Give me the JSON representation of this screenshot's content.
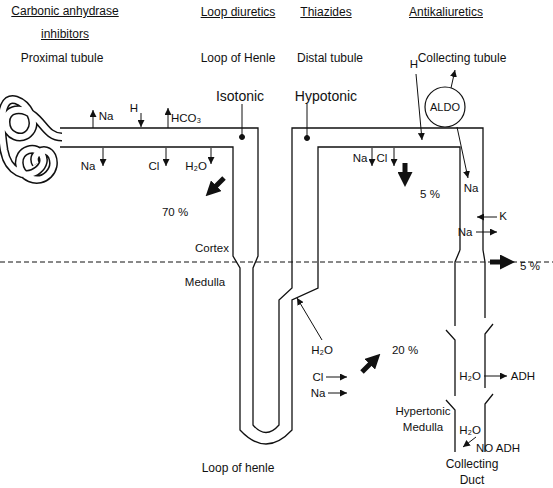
{
  "diagram": {
    "nodes": [
      {
        "text": [
          "ALDO"
        ]
      }
    ],
    "labels": [
      "Carbonic anhydrase inhibitors",
      "Loop diuretics",
      "Thiazides",
      "Antikaliuretics",
      "Proximal tubule",
      "Loop of Henle",
      "Distal tubule",
      "Collecting tubule",
      "Isotonic",
      "Hypotonic",
      "H",
      "Na",
      "H",
      "HCO₃",
      "Na",
      "Cl",
      "H₂O",
      "Na",
      "Cl",
      "Na",
      "K",
      "Na",
      "70 %",
      "5 %",
      "5 %",
      "Cortex",
      "Medulla",
      "H₂O",
      "Cl",
      "Na",
      "20 %",
      "H₂O",
      "ADH",
      "H₂O",
      "NO ADH",
      "Hypertonic Medulla",
      "Loop of henle",
      "Collecting Duct"
    ]
  }
}
